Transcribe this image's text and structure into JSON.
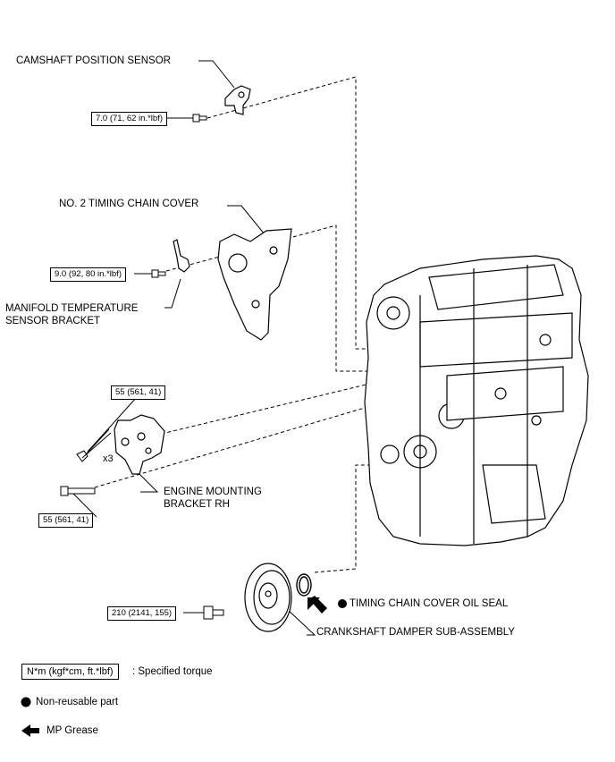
{
  "labels": {
    "camshaft_sensor": "CAMSHAFT POSITION SENSOR",
    "no2_timing_cover": "NO. 2 TIMING CHAIN COVER",
    "manifold_bracket_1": "MANIFOLD TEMPERATURE",
    "manifold_bracket_2": "SENSOR BRACKET",
    "engine_bracket_1": "ENGINE MOUNTING",
    "engine_bracket_2": "BRACKET RH",
    "oil_seal": "TIMING CHAIN COVER OIL SEAL",
    "crank_damper": "CRANKSHAFT DAMPER SUB-ASSEMBLY",
    "qty_x3": "x3"
  },
  "torques": {
    "camshaft": "7.0 (71, 62 in.*lbf)",
    "manifold": "9.0 (92, 80 in.*lbf)",
    "bracket_upper": "55 (561, 41)",
    "bracket_lower": "55 (561, 41)",
    "crank": "210 (2141, 155)"
  },
  "legend": {
    "torque_unit": "N*m (kgf*cm, ft.*lbf)",
    "torque_desc": ": Specified torque",
    "nonreusable": "Non-reusable part",
    "grease": "MP Grease"
  },
  "icons": [
    "bolt-icon",
    "filled-circle-icon",
    "arrow-left-icon"
  ]
}
